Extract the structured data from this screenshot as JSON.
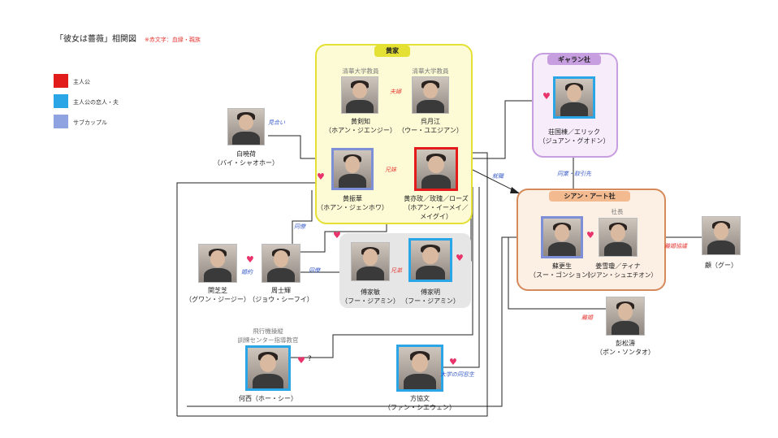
{
  "title": "「彼女は薔薇」相関図",
  "title_note": "※赤文字：血縁・親族",
  "legend": [
    {
      "label": "主人公",
      "color": "#e21b1b"
    },
    {
      "label": "主人公の恋人・夫",
      "color": "#2aa5e6"
    },
    {
      "label": "サブカップル",
      "color": "#8fa3e0"
    }
  ],
  "groups": {
    "huang": "黄家",
    "galan": "ギャラン社",
    "xian": "シアン・アート社"
  },
  "people": {
    "huang_jianzhi": {
      "role": "清華大学教員",
      "name": "黄剣知",
      "reading": "（ホアン・ジエンジー）"
    },
    "wu_yuejiang": {
      "role": "清華大学教員",
      "name": "呉月江",
      "reading": "（ウー・ユエジアン）"
    },
    "bai_xiaohe": {
      "name": "白暁荷",
      "reading": "（バイ・シャオホー）"
    },
    "huang_zhenhua": {
      "name": "黄振華",
      "reading": "（ホアン・ジェンホワ）"
    },
    "huang_yimei": {
      "name": "黄亦玫／玫瑰／ローズ",
      "reading": "（ホアン・イーメイ／",
      "reading2": "メイグイ）"
    },
    "zhuang_guodong": {
      "name": "荘国棟／エリック",
      "reading": "（ジュアン・グオドン）"
    },
    "su_gengsheng": {
      "name": "蘇更生",
      "reading": "（スー・ゴンション）"
    },
    "jiang_xueqiong": {
      "role": "社長",
      "name": "姜雪瓊／ティナ",
      "reading": "（ジアン・シュエチオン）"
    },
    "gu": {
      "name": "顧（グー）"
    },
    "guan_zhizhi": {
      "name": "関芝芝",
      "reading": "（グワン・ジージー）"
    },
    "zhou_shihui": {
      "name": "周士輝",
      "reading": "（ジョウ・シーフイ）"
    },
    "fu_jiamin": {
      "name": "傅家敏",
      "reading": "（フー・ジアミン）"
    },
    "fu_jiaming": {
      "name": "傅家明",
      "reading": "（フー・ジアミン）"
    },
    "peng_songtao": {
      "name": "彭松濤",
      "reading": "（ポン・ソンタオ）"
    },
    "he_xi": {
      "role": "飛行機操縦",
      "role2": "訓練センター指導教官",
      "name": "何西（ホー・シー）"
    },
    "fang_xiewen": {
      "name": "方協文",
      "reading": "（ファン・シエウェン）"
    }
  },
  "relations": {
    "fuufu": "夫婦",
    "miai": "見合い",
    "kyoudai": "兄妹",
    "shushoku": "就職",
    "douryou_torihiki": "同業・取引先",
    "rikon_kyougi": "離婚協議",
    "rikon": "離婚",
    "douryou1": "同僚",
    "douryou2": "同僚",
    "konyaku": "婚約",
    "kyoudai2": "兄弟",
    "daigaku": "大学の同窓生",
    "question": "?"
  },
  "colors": {
    "red": "#e21b1b",
    "blue": "#2aa5e6",
    "purple": "#7d8fd6",
    "relation_red": "#e53935",
    "relation_blue": "#3a5cc8"
  }
}
